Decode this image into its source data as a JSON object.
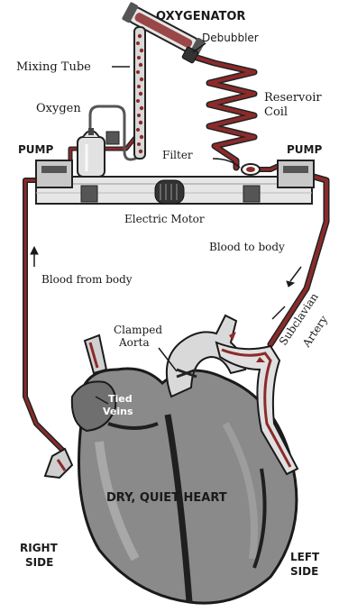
{
  "labels": {
    "oxygenator": "OXYGENATOR",
    "debubbler": "Debubbler",
    "mixing_tube": "Mixing Tube",
    "oxygen": "Oxygen",
    "reservoir_line1": "Reservoir",
    "reservoir_line2": "Coil",
    "pump_left": "PUMP",
    "pump_right": "PUMP",
    "filter": "Filter",
    "electric_motor": "Electric Motor",
    "blood_to_body": "Blood to body",
    "blood_from_body": "Blood from body",
    "clamped_line1": "Clamped",
    "clamped_line2": "Aorta",
    "subclavian_line1": "Subclavian",
    "subclavian_line2": "Artery",
    "tied_line1": "Tied",
    "tied_line2": "Veins",
    "heart": "DRY, QUIET HEART",
    "right_line1": "RIGHT",
    "right_line2": "SIDE",
    "left_line1": "LEFT",
    "left_line2": "SIDE"
  },
  "colors": {
    "blood": "#8c2a2a",
    "tube_outline": "#222222",
    "equipment": "#d9d9d9",
    "equipment_dark": "#444444",
    "heart_fill": "#8a8a8a",
    "heart_dark": "#2a2a2a"
  }
}
